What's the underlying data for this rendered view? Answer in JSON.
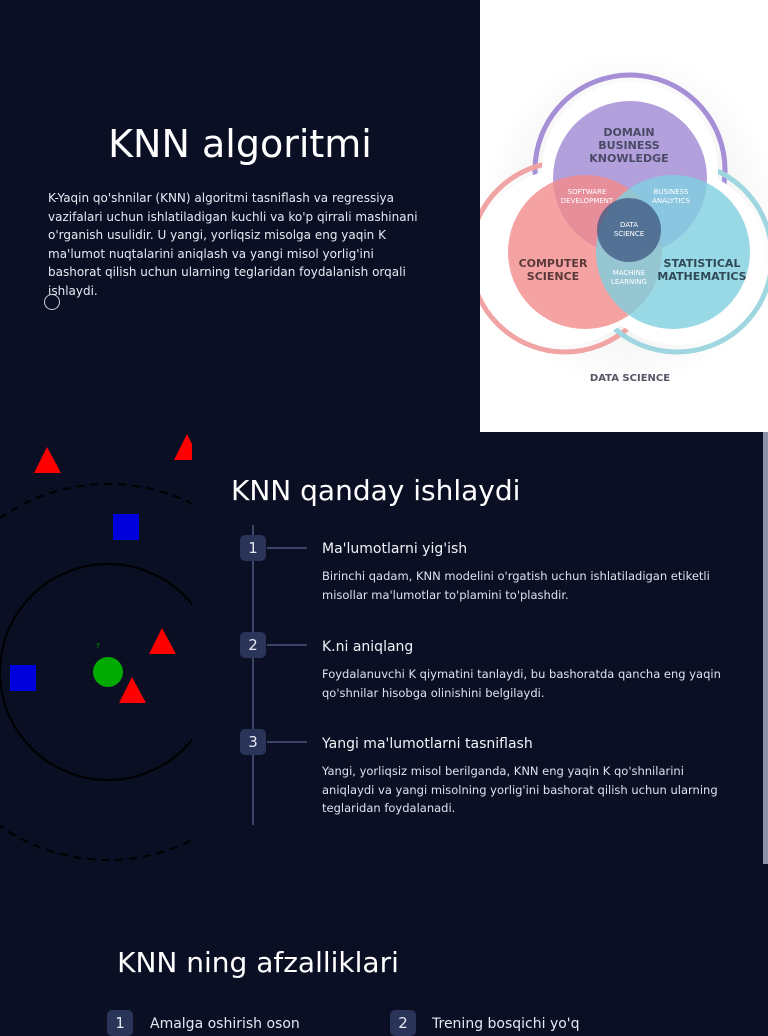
{
  "section1": {
    "title": "KNN algoritmi",
    "description": "K-Yaqin qo'shnilar (KNN) algoritmi tasniflash va regressiya vazifalari uchun ishlatiladigan kuchli va ko'p qirrali mashinani o'rganish usulidir. U yangi, yorliqsiz misolga eng yaqin K ma'lumot nuqtalarini aniqlash va yangi misol yorlig'ini bashorat qilish uchun ularning teglaridan foydalanish orqali ishlaydi.",
    "venn": {
      "domain_line1": "DOMAIN",
      "domain_line2": "BUSINESS",
      "domain_line3": "KNOWLEDGE",
      "cs_line1": "COMPUTER",
      "cs_line2": "SCIENCE",
      "stats_line1": "STATISTICAL",
      "stats_line2": "MATHEMATICS",
      "sd_line1": "SOFTWARE",
      "sd_line2": "DEVELOPMENT",
      "ba_line1": "BUSINESS",
      "ba_line2": "ANALYTICS",
      "ml_line1": "MACHINE",
      "ml_line2": "LEARNING",
      "center_line1": "DATA",
      "center_line2": "SCIENCE",
      "caption": "DATA SCIENCE",
      "colors": {
        "domain": "#a58fd6",
        "cs": "#f28b8b",
        "stats": "#7fd0e0",
        "center": "#3d5680"
      }
    }
  },
  "knn_diagram": {
    "query_label": "?",
    "colors": {
      "class_a": "#ff0000",
      "class_b": "#0000dd",
      "query": "#00aa00"
    }
  },
  "section2": {
    "title": "KNN qanday ishlaydi",
    "steps": [
      {
        "num": "1",
        "title": "Ma'lumotlarni yig'ish",
        "desc": "Birinchi qadam, KNN modelini o'rgatish uchun ishlatiladigan etiketli misollar ma'lumotlar to'plamini to'plashdir."
      },
      {
        "num": "2",
        "title": "K.ni aniqlang",
        "desc": "Foydalanuvchi K qiymatini tanlaydi, bu bashoratda qancha eng yaqin qo'shnilar hisobga olinishini belgilaydi."
      },
      {
        "num": "3",
        "title": "Yangi ma'lumotlarni tasniflash",
        "desc": "Yangi, yorliqsiz misol berilganda, KNN eng yaqin K qo'shnilarini aniqlaydi va yangi misolning yorlig'ini bashorat qilish uchun ularning teglaridan foydalanadi."
      }
    ]
  },
  "section3": {
    "title": "KNN ning afzalliklari",
    "items": [
      {
        "num": "1",
        "title": "Amalga oshirish oson"
      },
      {
        "num": "2",
        "title": "Trening bosqichi yo'q"
      }
    ]
  }
}
